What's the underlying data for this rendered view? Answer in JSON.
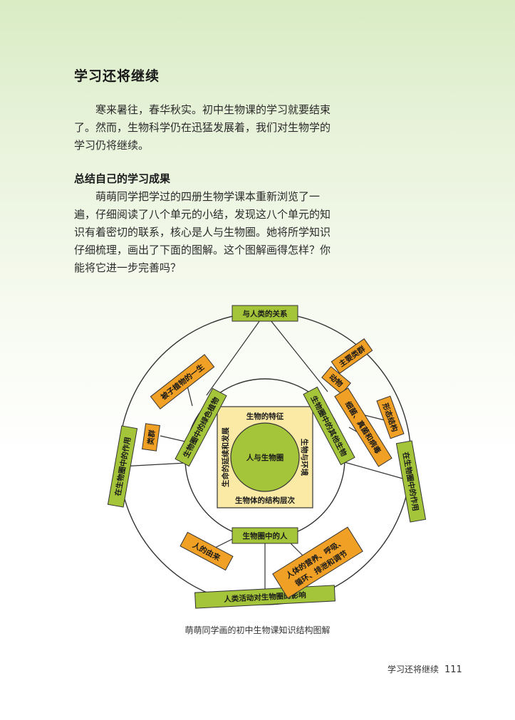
{
  "page": {
    "title": "学习还将继续",
    "intro": "寒来暑往，春华秋实。初中生物课的学习就要结束了。然而，生物科学仍在迅猛发展着，我们对生物学的学习仍将继续。",
    "subheading": "总结自己的学习成果",
    "body": "萌萌同学把学过的四册生物学课本重新浏览了一遍，仔细阅读了八个单元的小结，发现这八个单元的知识有着密切的联系，核心是人与生物圈。她将所学知识仔细梳理，画出了下面的图解。这个图解画得怎样？你能将它进一步完善吗？"
  },
  "diagram": {
    "center": "人与生物圈",
    "inner_top": "生物的特征",
    "inner_bottom": "生物体的结构层次",
    "inner_left": "生命的延续和发展",
    "inner_right": "生物与环境",
    "mid_left": "生物圈中的绿色植物",
    "mid_right": "生物圈中的其他生物",
    "mid_bottom": "生物圈中的人",
    "outer_top": "与人类的关系",
    "outer_left": "在生物圈中的作用",
    "outer_right": "在生物圈中的作用",
    "outer_bottom": "人类活动对生物圈的影响",
    "leaf_seed_plant": "被子植物的一生",
    "leaf_algae": "类群",
    "leaf_major_groups": "主要类群",
    "leaf_animal": "动物",
    "leaf_microbes": "细菌、真菌和病毒",
    "leaf_form": "形态结构",
    "leaf_human_origin": "人的由来",
    "leaf_human_physio_1": "人体的营养、呼吸、",
    "leaf_human_physio_2": "循环、排泄和调节"
  },
  "caption": "萌萌同学画的初中生物课知识结构图解",
  "footer": {
    "section": "学习还将继续",
    "page_number": "111"
  }
}
